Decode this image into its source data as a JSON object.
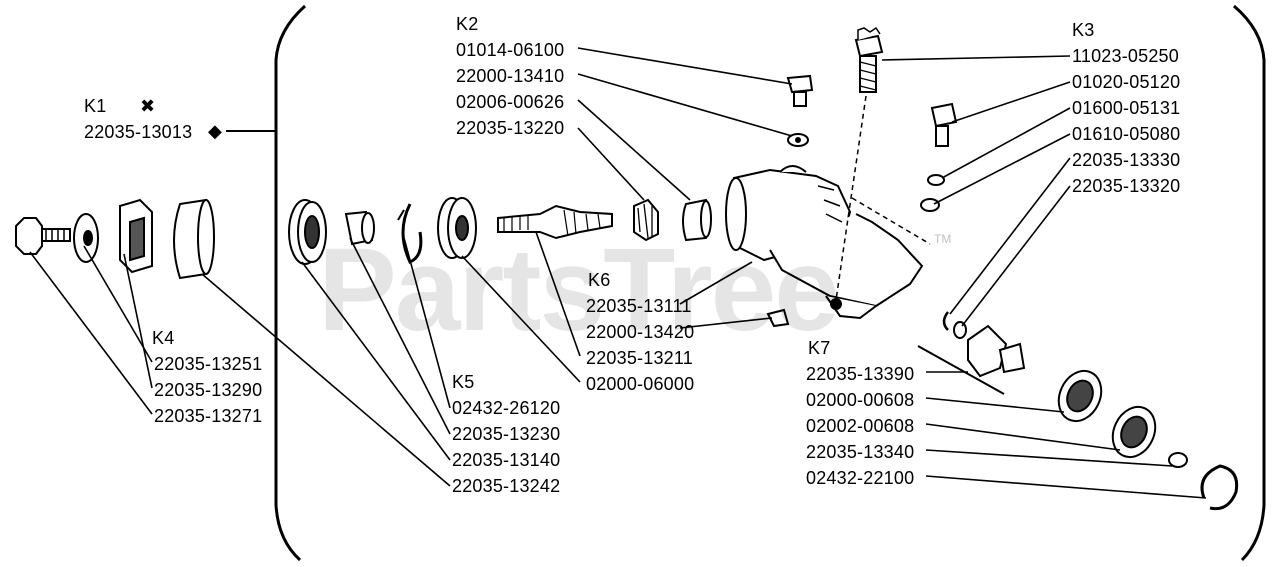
{
  "watermark": {
    "text": "PartsTree",
    "mark": "TM"
  },
  "kits": {
    "k1": {
      "label": "K1",
      "part": "22035-13013",
      "marker_x": "✖",
      "marker_diamond": "◆"
    },
    "k2": {
      "label": "K2",
      "parts": [
        "01014-06100",
        "22000-13410",
        "02006-00626",
        "22035-13220"
      ]
    },
    "k3": {
      "label": "K3",
      "parts": [
        "11023-05250",
        "01020-05120",
        "01600-05131",
        "01610-05080",
        "22035-13330",
        "22035-13320"
      ]
    },
    "k4": {
      "label": "K4",
      "parts": [
        "22035-13251",
        "22035-13290",
        "22035-13271"
      ]
    },
    "k5": {
      "label": "K5",
      "parts": [
        "02432-26120",
        "22035-13230",
        "22035-13140",
        "22035-13242"
      ]
    },
    "k6": {
      "label": "K6",
      "parts": [
        "22035-13111",
        "22000-13420",
        "22035-13211",
        "02000-06000"
      ]
    },
    "k7": {
      "label": "K7",
      "parts": [
        "22035-13390",
        "02000-00608",
        "02002-00608",
        "22035-13340",
        "02432-22100"
      ]
    }
  }
}
